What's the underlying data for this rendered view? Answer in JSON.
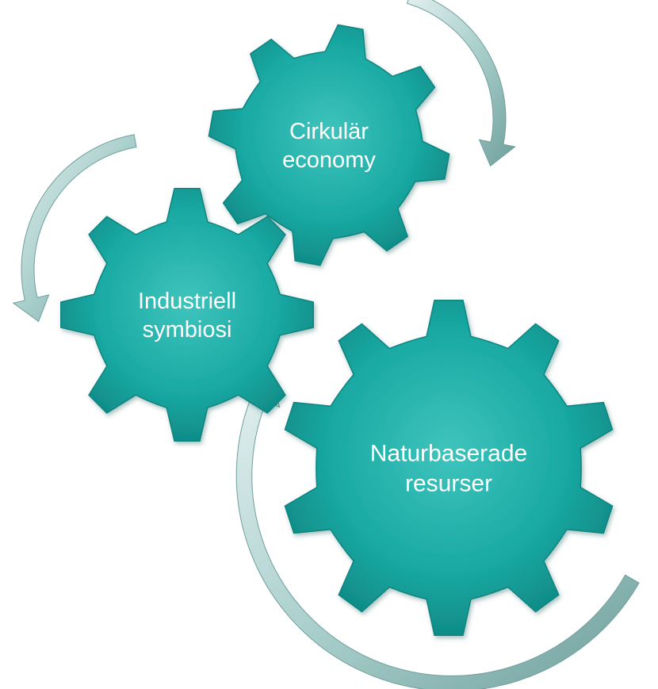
{
  "gears": [
    {
      "id": "circular-economy",
      "label_lines": [
        "Cirkulär",
        "economy"
      ]
    },
    {
      "id": "industrial-symbiosis",
      "label_lines": [
        "Industriell",
        "symbiosi"
      ]
    },
    {
      "id": "nature-based-resources",
      "label_lines": [
        "Naturbaserade",
        "resurser"
      ]
    }
  ],
  "colors": {
    "gear_main": "#1aa9a3",
    "gear_light": "#3ec4bd",
    "gear_dark": "#0d8480",
    "arrow_light": "#e3f0ef",
    "arrow_mid": "#a9cfcc",
    "arrow_dark": "#6f9f9c"
  }
}
